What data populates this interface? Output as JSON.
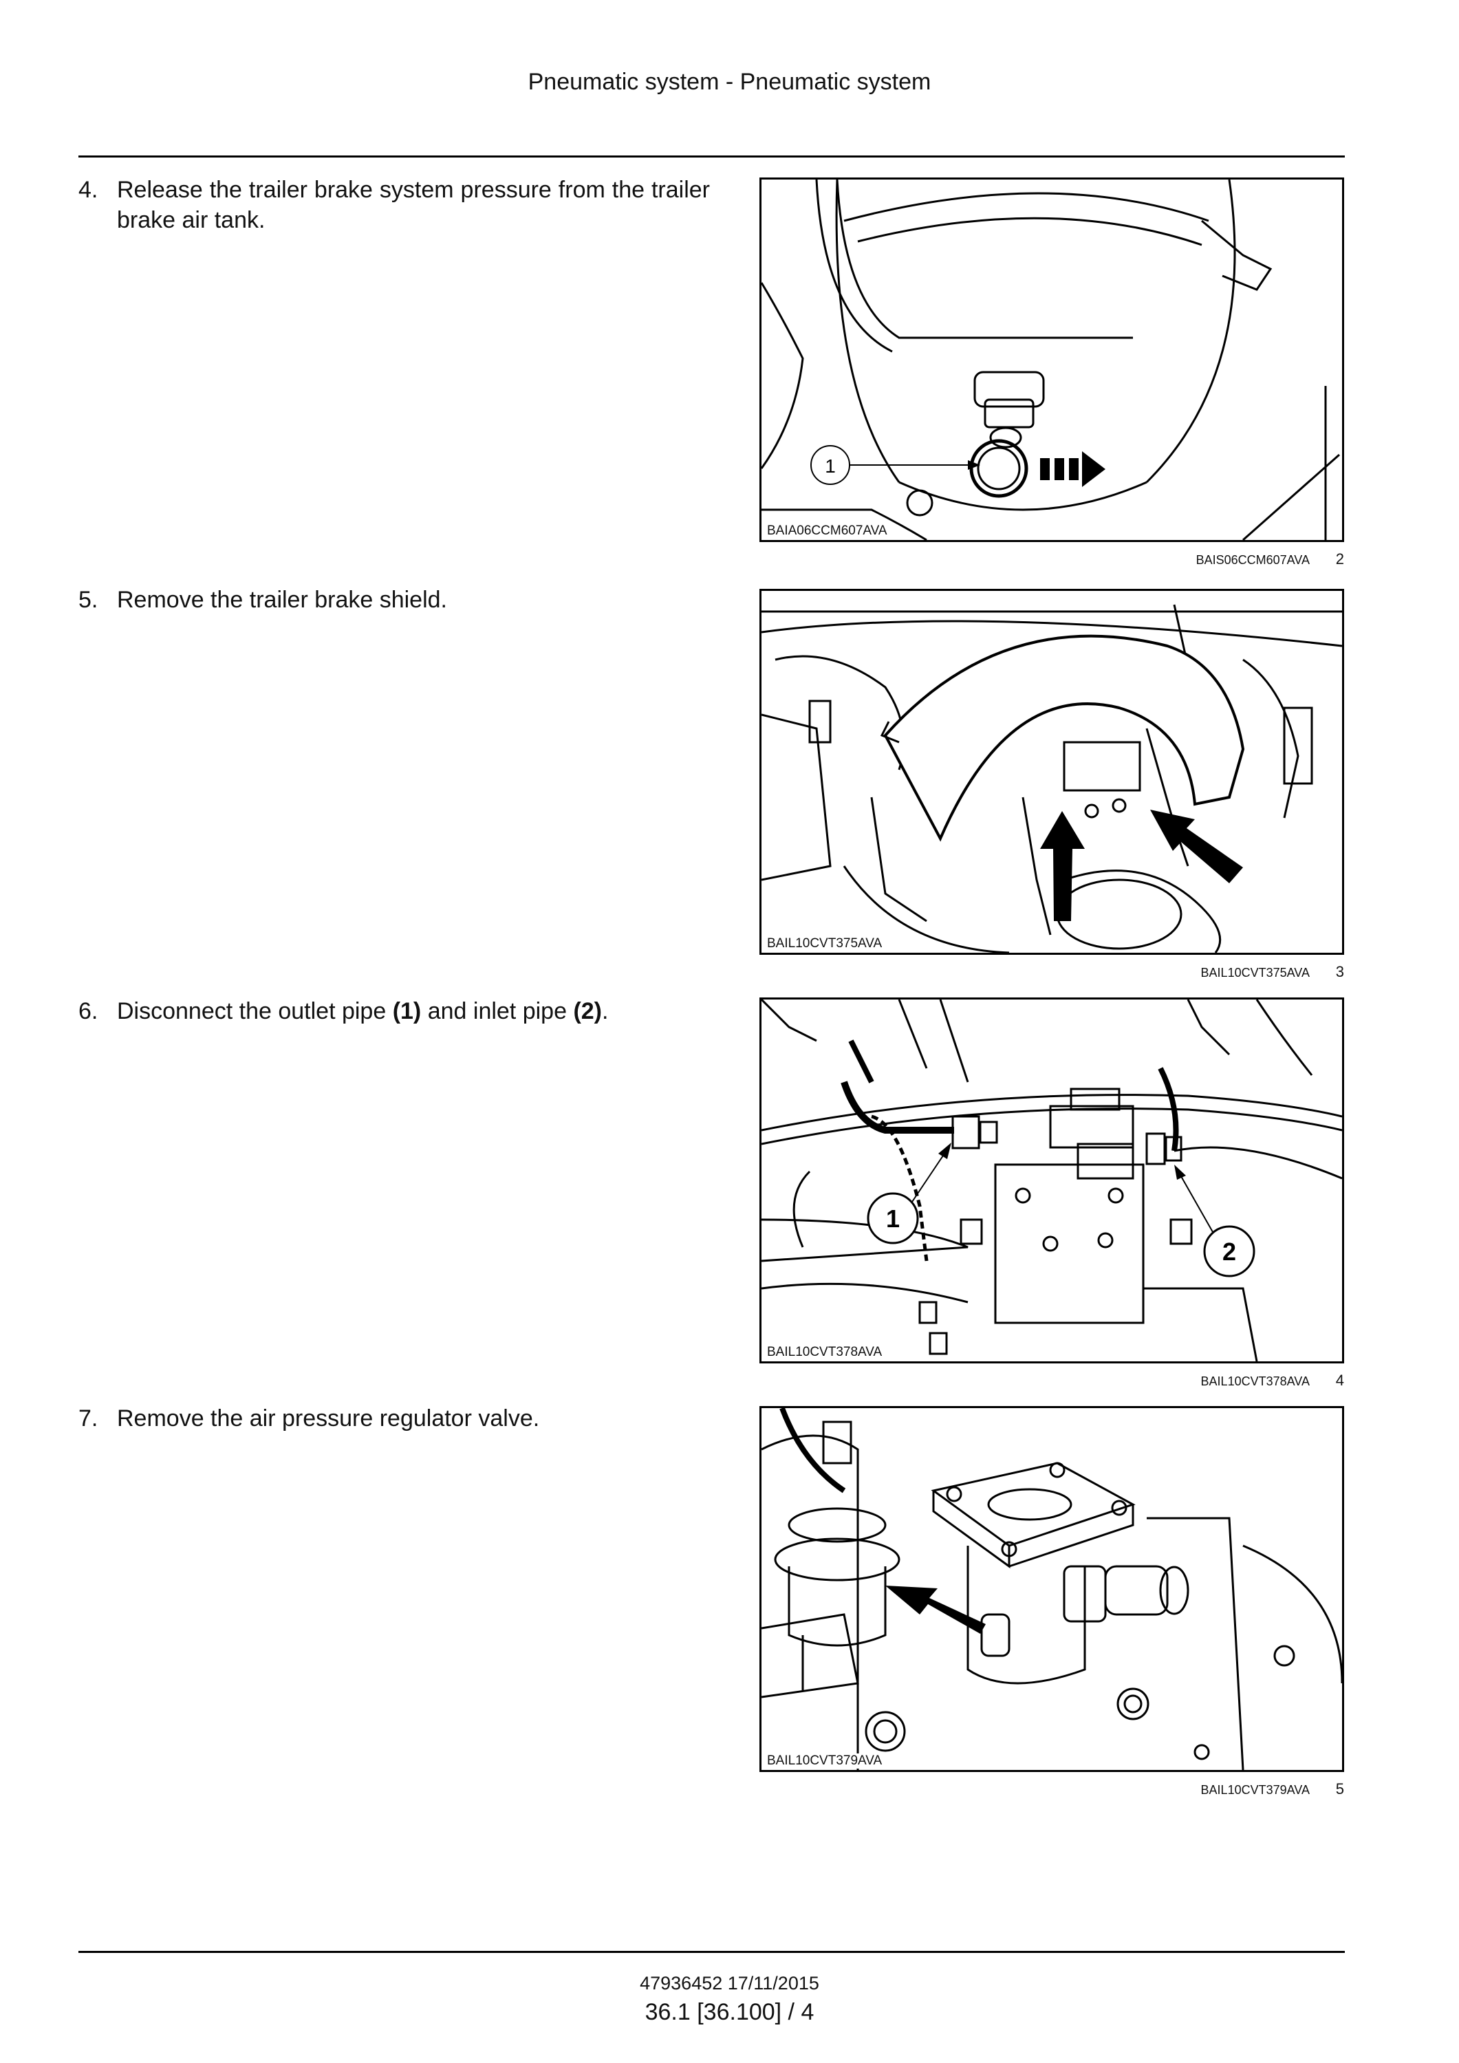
{
  "header": {
    "title": "Pneumatic system - Pneumatic system"
  },
  "steps": [
    {
      "number": "4.",
      "text": "Release the trailer brake system pressure from the trailer brake air tank."
    },
    {
      "number": "5.",
      "text": "Remove the trailer brake shield."
    },
    {
      "number": "6.",
      "text_parts": [
        "Disconnect the outlet pipe ",
        "(1)",
        " and inlet pipe ",
        "(2)",
        "."
      ]
    },
    {
      "number": "7.",
      "text": "Remove the air pressure regulator valve."
    }
  ],
  "figures": [
    {
      "code_in_image": "BAIA06CCM607AVA",
      "caption_code": "BAIS06CCM607AVA",
      "figure_number": "2",
      "callouts": [
        "1"
      ]
    },
    {
      "code_in_image": "BAIL10CVT375AVA",
      "caption_code": "BAIL10CVT375AVA",
      "figure_number": "3"
    },
    {
      "code_in_image": "BAIL10CVT378AVA",
      "caption_code": "BAIL10CVT378AVA",
      "figure_number": "4",
      "callouts": [
        "1",
        "2"
      ]
    },
    {
      "code_in_image": "BAIL10CVT379AVA",
      "caption_code": "BAIL10CVT379AVA",
      "figure_number": "5"
    }
  ],
  "footer": {
    "doc_ref": "47936452 17/11/2015",
    "page": "36.1 [36.100] / 4"
  }
}
